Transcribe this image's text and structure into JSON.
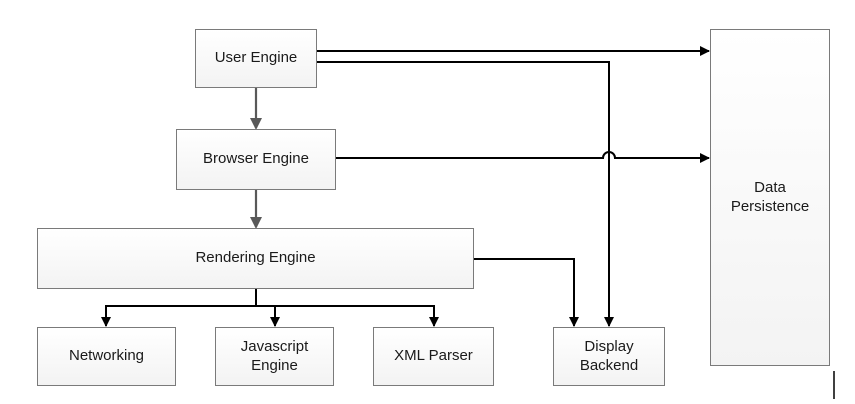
{
  "diagram": {
    "nodes": {
      "user_engine": "User Engine",
      "browser_engine": "Browser Engine",
      "rendering_engine": "Rendering Engine",
      "networking": "Networking",
      "javascript_engine": "Javascript\nEngine",
      "xml_parser": "XML Parser",
      "display_backend": "Display\nBackend",
      "data_persistence": "Data\nPersistence"
    },
    "colors": {
      "box_border": "#7a7a7a",
      "box_fill_top": "#ffffff",
      "box_fill_bottom": "#f3f3f3",
      "gray_arrow": "#595959",
      "black_arrow": "#000000"
    }
  }
}
